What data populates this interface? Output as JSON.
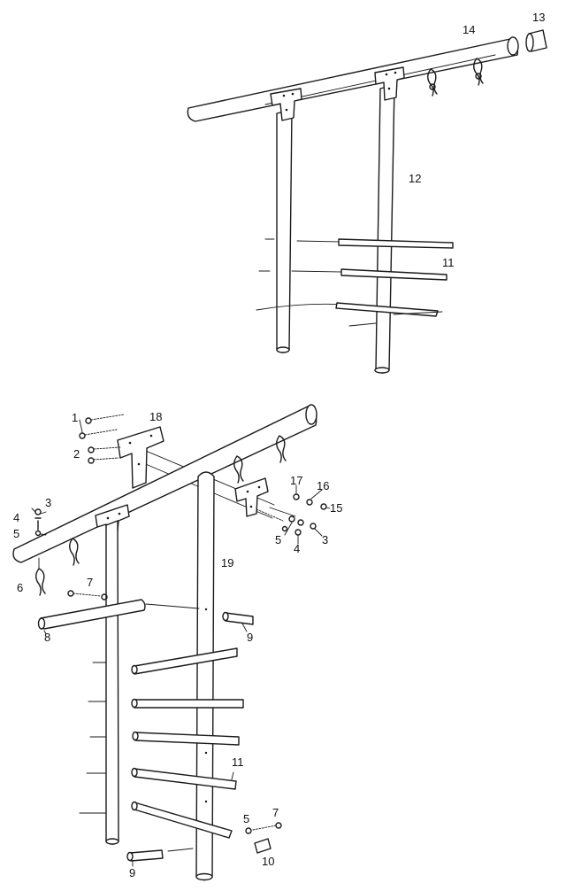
{
  "callouts": {
    "top_13": "13",
    "top_14": "14",
    "top_12": "12",
    "top_11": "11",
    "b_1": "1",
    "b_18": "18",
    "b_2": "2",
    "b_3a": "3",
    "b_4a": "4",
    "b_5a": "5",
    "b_6": "6",
    "b_7a": "7",
    "b_8": "8",
    "b_9a": "9",
    "b_17": "17",
    "b_16": "16",
    "b_15": "15",
    "b_5b": "5",
    "b_4b": "4",
    "b_3b": "3",
    "b_19": "19",
    "b_11": "11",
    "b_5c": "5",
    "b_7b": "7",
    "b_10": "10",
    "b_9b": "9"
  }
}
